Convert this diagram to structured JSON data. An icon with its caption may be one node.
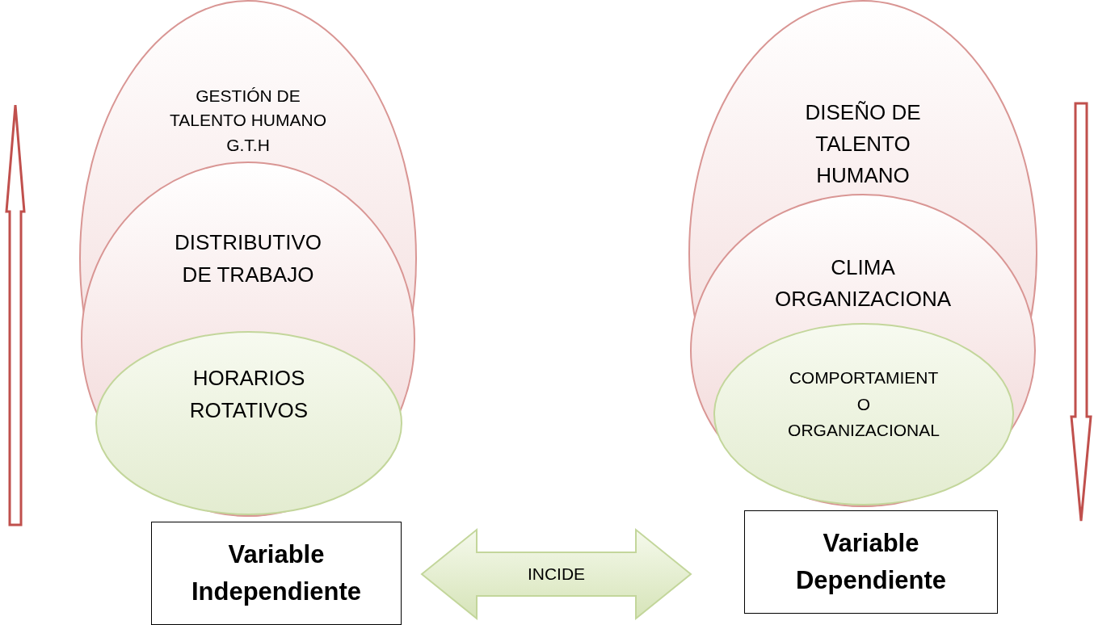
{
  "diagram": {
    "nodes": [
      {
        "text": [
          "GESTIÓN DE TALENTO HUMANO G.T.H"
        ]
      },
      {
        "text": [
          "DISTRIBUTIVO DE TRABAJO"
        ],
        "in": 0
      },
      {
        "text": [
          "HORARIOS ROTATIVOS"
        ],
        "in": 1
      },
      {
        "text": [
          "Variable Independiente"
        ]
      },
      {
        "text": [
          "DISEÑO DE TALENTO HUMANO"
        ]
      },
      {
        "text": [
          "CLIMA ORGANIZACIONA"
        ],
        "in": 4
      },
      {
        "text": [
          "COMPORTAMIENT O ORGANIZACIONAL"
        ],
        "in": 5
      },
      {
        "text": [
          "Variable Dependiente"
        ]
      }
    ],
    "edges": [
      {
        "from": 3,
        "to": 7,
        "arrow": "both",
        "label": "INCIDE"
      }
    ]
  }
}
